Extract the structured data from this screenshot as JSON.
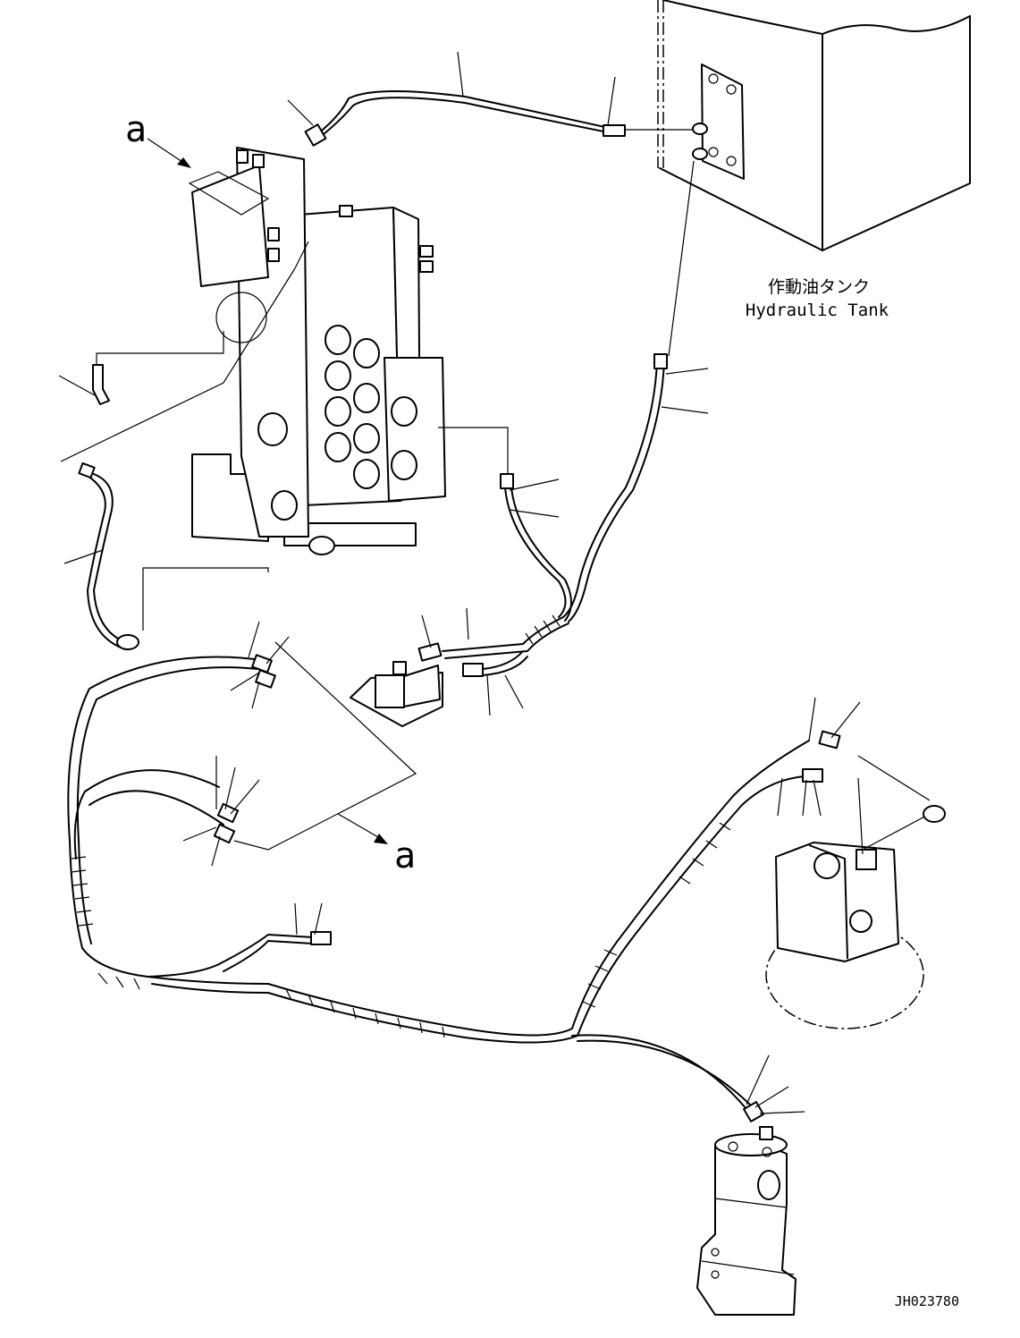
{
  "labels": {
    "tank_label_jp": "作動油タンク",
    "tank_label_en": "Hydraulic Tank",
    "ref_a_top": "a",
    "ref_a_bottom": "a",
    "drawing_number": "JH023780"
  }
}
